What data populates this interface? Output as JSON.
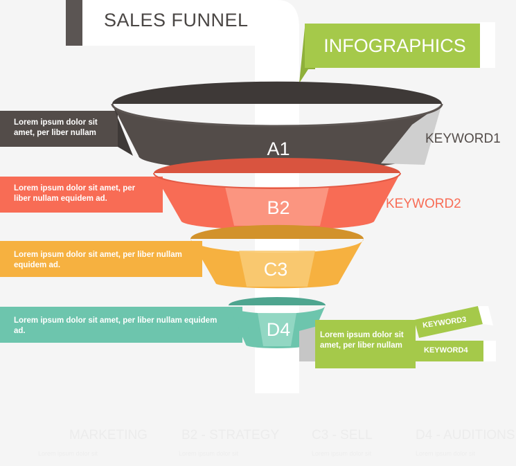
{
  "title": "SALES FUNNEL",
  "header_tag": "INFOGRAPHICS",
  "stages": [
    {
      "letter": "A1",
      "text": "Lorem ipsum dolor sit amet, per liber nullam",
      "keyword": "KEYWORD1",
      "color": "#534c49"
    },
    {
      "letter": "B2",
      "text": "Lorem ipsum dolor sit amet, per liber nullam equidem ad.",
      "keyword": "KEYWORD2",
      "color": "#f86c55"
    },
    {
      "letter": "C3",
      "text": "Lorem ipsum dolor sit amet, per liber nullam equidem ad.",
      "color": "#f6b140"
    },
    {
      "letter": "D4",
      "text": "Lorem ipsum dolor sit amet, per liber nullam equidem ad.",
      "color": "#6dc5ad"
    }
  ],
  "outlet": {
    "text": "Lorem ipsum dolor sit amet, per liber nullam",
    "keywords": [
      "KEYWORD3",
      "KEYWORD4"
    ],
    "color": "#a5c94a"
  },
  "footer_faded": [
    {
      "label": "MARKETING",
      "text": "Lorem ipsum dolor sit"
    },
    {
      "label": "B2 - STRATEGY",
      "text": "Lorem ipsum dolor sit"
    },
    {
      "label": "C3 - SELL",
      "text": "Lorem ipsum dolor sit"
    },
    {
      "label": "D4 - AUDITIONS",
      "text": "Lorem ipsum dolor sit"
    }
  ]
}
